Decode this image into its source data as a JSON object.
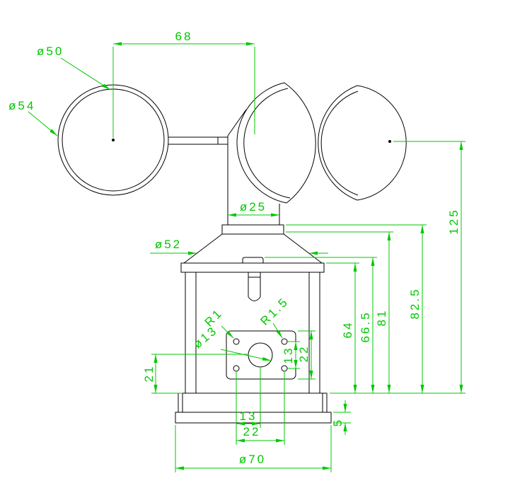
{
  "drawing": {
    "type": "cad-dimension-drawing",
    "subject": "cup anemometer front view with mounting base",
    "colors": {
      "geometry": "#000000",
      "dimensions": "#00c800",
      "background": "#ffffff"
    },
    "dimensions": {
      "top_width": "68",
      "cup_inner_dia": "ø50",
      "cup_outer_dia": "ø54",
      "hub_dia": "ø25",
      "cone_dia": "ø52",
      "overall_height": "125",
      "body_height_a": "82.5",
      "body_height_b": "81",
      "body_height_c": "66.5",
      "housing_height": "64",
      "corner_radius_small": "R1",
      "corner_radius_large": "R1.5",
      "center_hole_dia": "ø13",
      "hole_pitch_vertical": "13",
      "plate_height": "22",
      "hole_center_offset": "21",
      "hole_pitch_horizontal": "13",
      "hole_pitch_horizontal_outer": "22",
      "base_plate_thickness": "5",
      "base_dia": "ø70"
    }
  }
}
